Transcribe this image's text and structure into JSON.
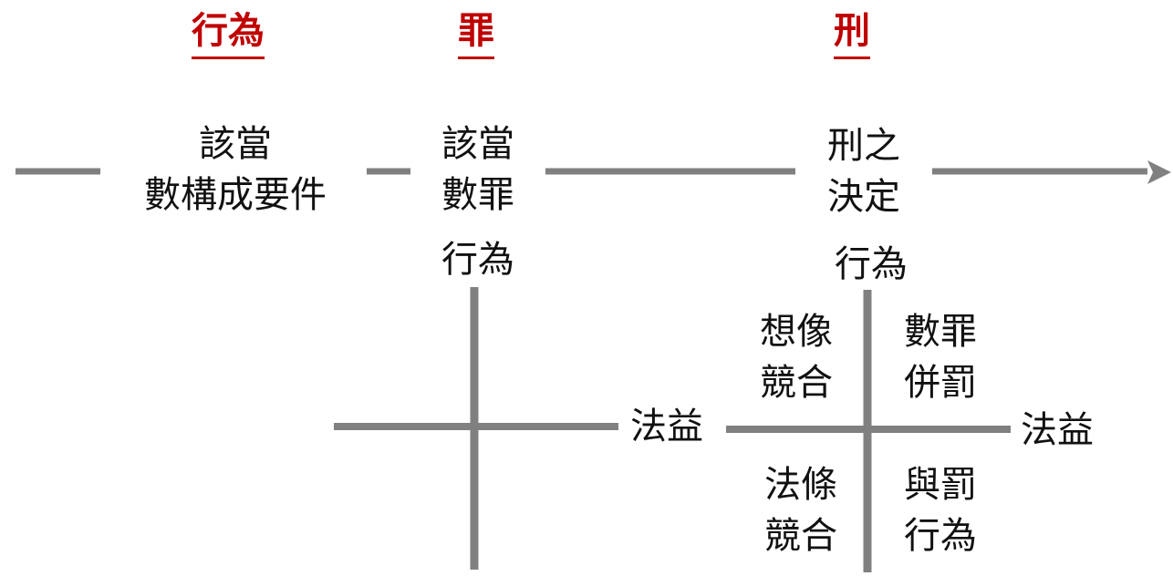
{
  "headings": {
    "act": "行為",
    "crime": "罪",
    "punishment": "刑"
  },
  "timeline": {
    "step1_line1": "該當",
    "step1_line2": "數構成要件",
    "step2_line1": "該當",
    "step2_line2": "數罪",
    "step3_line1": "刑之",
    "step3_line2": "決定"
  },
  "left_cross": {
    "vertical_label": "行為",
    "horizontal_label": "法益"
  },
  "right_cross": {
    "vertical_label": "行為",
    "horizontal_label": "法益",
    "top_left_line1": "想像",
    "top_left_line2": "競合",
    "top_right_line1": "數罪",
    "top_right_line2": "併罰",
    "bottom_left_line1": "法條",
    "bottom_left_line2": "競合",
    "bottom_right_line1": "與罰",
    "bottom_right_line2": "行為"
  },
  "colors": {
    "heading": "#c00000",
    "line": "#808080",
    "text": "#111111"
  }
}
